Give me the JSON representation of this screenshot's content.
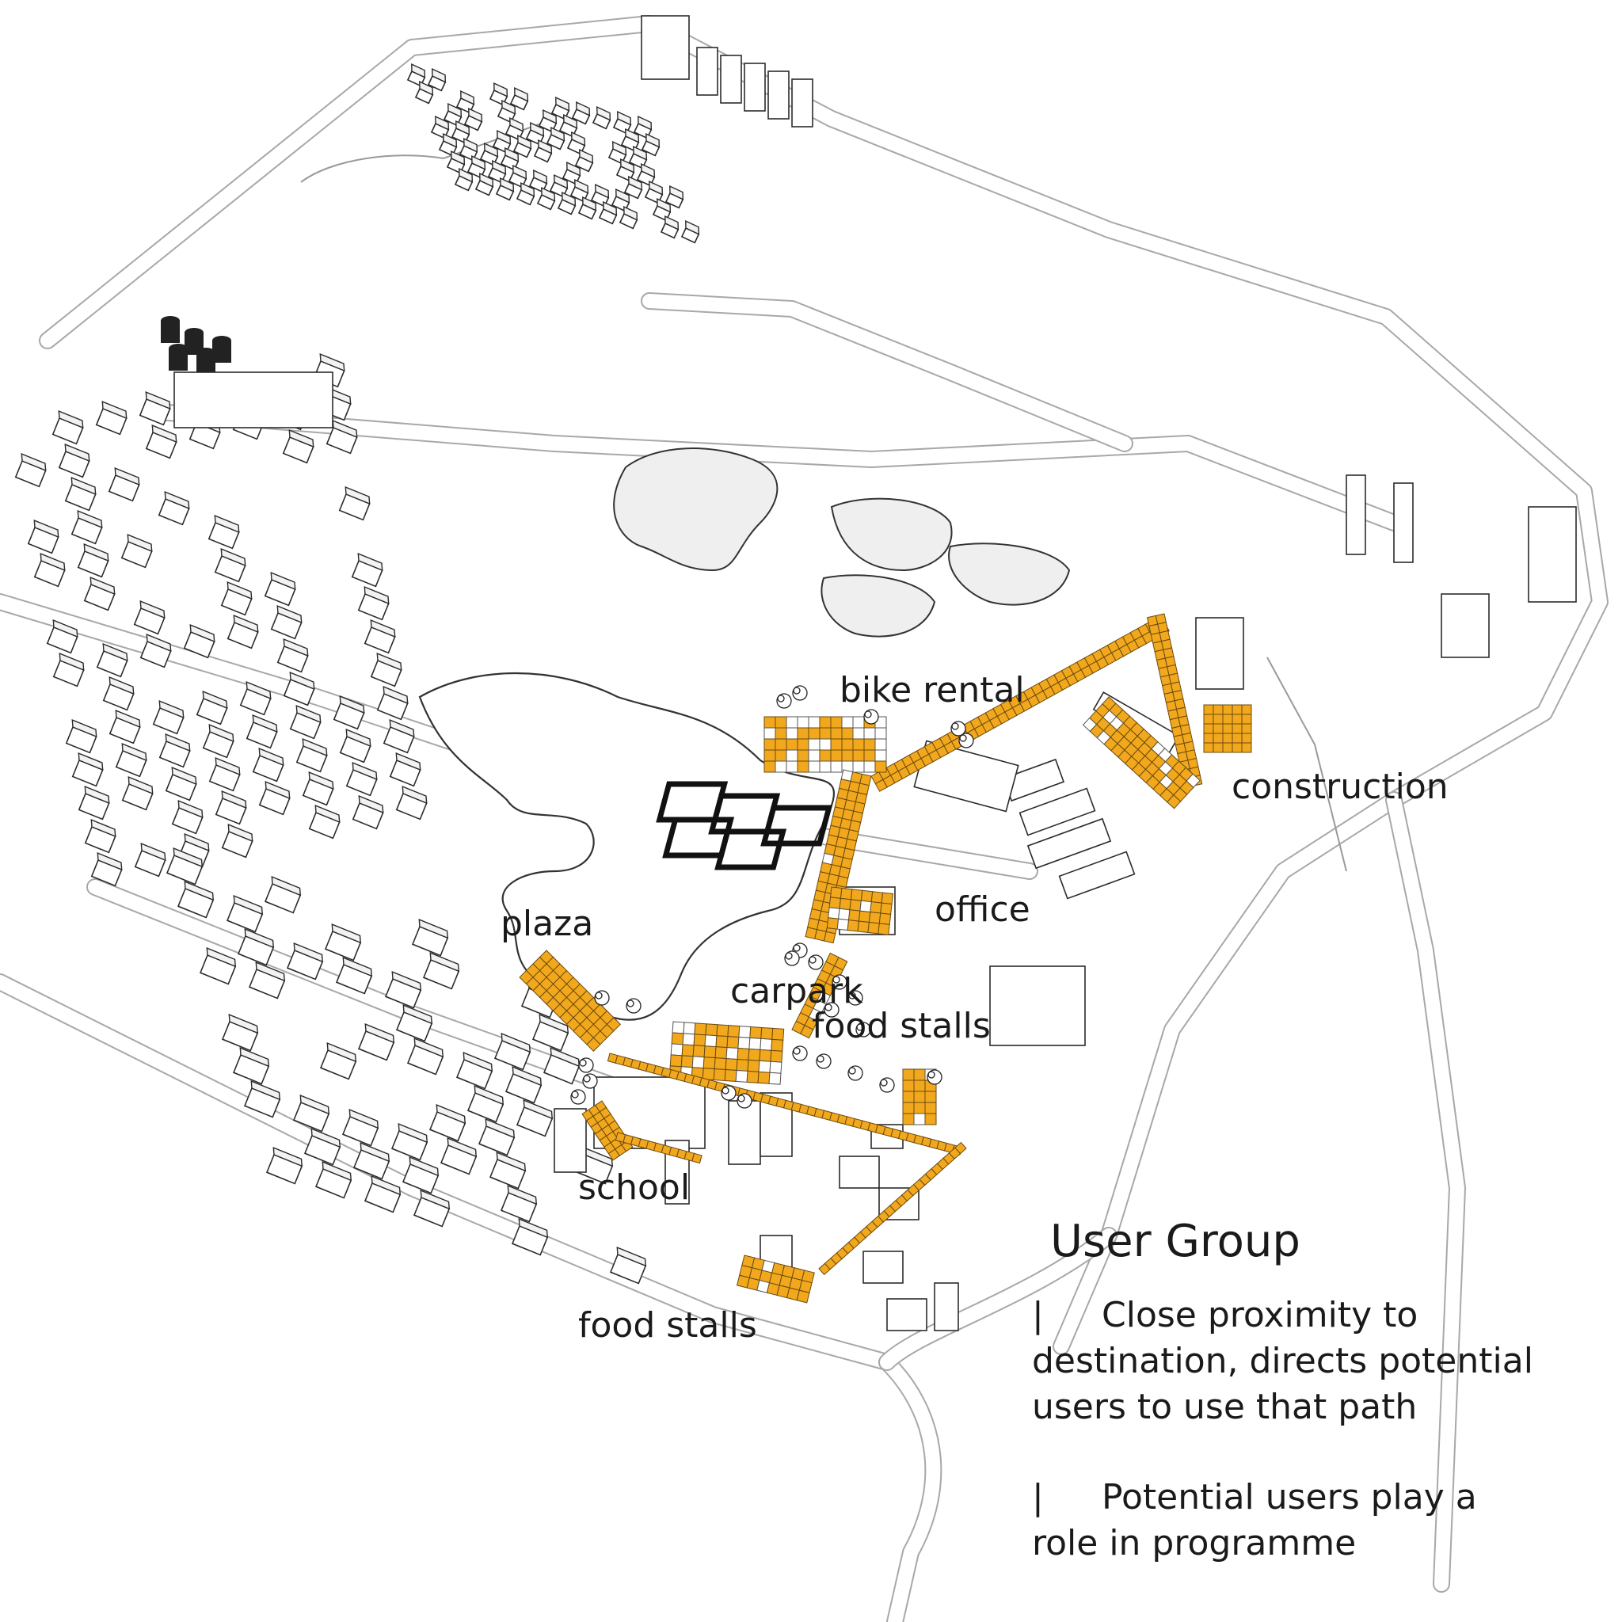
{
  "labels": {
    "bike_rental": "bike rental",
    "construction": "construction",
    "office": "office",
    "plaza": "plaza",
    "carpark": "carpark",
    "food_stalls_center": "food stalls",
    "school": "school",
    "food_stalls_south": "food stalls"
  },
  "legend": {
    "title": "User Group",
    "items": [
      {
        "bullet": "|",
        "text": "Close proximity to destination, directs potential users to use that path"
      },
      {
        "bullet": "|",
        "text": "Potential users play a role in programme"
      }
    ]
  },
  "colors": {
    "path_highlight": "#f2a81d",
    "linework": "#2b2b2b",
    "background": "#ffffff"
  }
}
